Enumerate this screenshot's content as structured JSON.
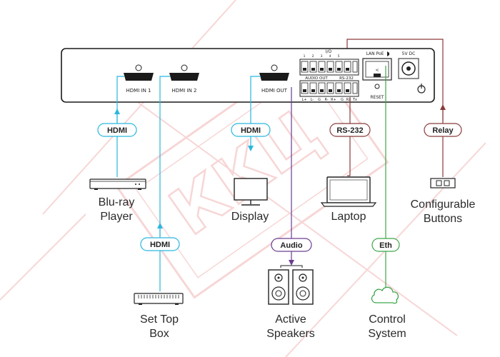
{
  "watermark": "ККЦ",
  "device": {
    "ports": {
      "hdmi_in_1": "HDMI IN 1",
      "hdmi_in_2": "HDMI IN 2",
      "hdmi_out": "HDMI OUT",
      "io": "I/O",
      "audio_out": "AUDIO OUT",
      "rs232": "RS-232",
      "lan_poe": "LAN PoE",
      "dc": "5V DC",
      "reset": "RESET",
      "io_pins": [
        "1",
        "2",
        "3",
        "4",
        "5"
      ],
      "audio_pins": [
        "L+",
        "L-",
        "G",
        "R-",
        "R+"
      ],
      "rs_pins": [
        "G",
        "Rx",
        "Tx"
      ]
    }
  },
  "connections": {
    "hdmi_1": "HDMI",
    "hdmi_2": "HDMI",
    "hdmi_out": "HDMI",
    "rs232": "RS-232",
    "relay": "Relay",
    "audio": "Audio",
    "eth": "Eth"
  },
  "devices": {
    "bluray": [
      "Blu-ray",
      "Player"
    ],
    "settop": [
      "Set Top",
      "Box"
    ],
    "display": [
      "Display"
    ],
    "speakers": [
      "Active",
      "Speakers"
    ],
    "laptop": [
      "Laptop"
    ],
    "control": [
      "Control",
      "System"
    ],
    "buttons": [
      "Configurable",
      "Buttons"
    ]
  },
  "colors": {
    "hdmi": "#29b6e0",
    "rs232": "#8b3a3a",
    "relay": "#8b3a3a",
    "audio": "#6a3d8f",
    "eth": "#3da64a",
    "watermark": "#f2b6b6"
  },
  "icons": {
    "hdmi_port": "hdmi-port-icon",
    "screw": "screw-icon",
    "ethernet": "ethernet-port-icon",
    "dc_jack": "dc-jack-icon",
    "power": "power-symbol-icon",
    "bluray": "bluray-player-icon",
    "settop": "set-top-box-icon",
    "display": "monitor-icon",
    "speakers": "speakers-icon",
    "laptop": "laptop-icon",
    "cloud": "cloud-icon",
    "buttons": "button-panel-icon"
  }
}
